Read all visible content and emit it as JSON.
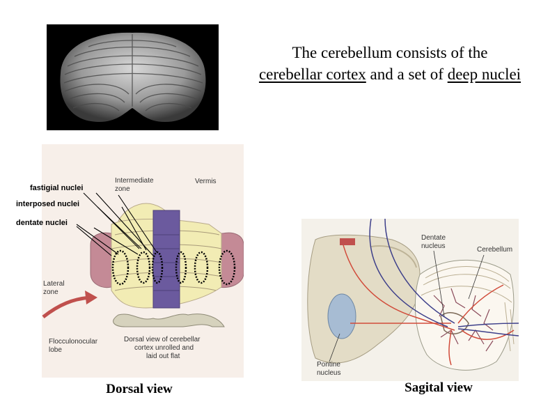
{
  "title": {
    "line1": "The cerebellum consists of the",
    "part_cortex": "cerebellar cortex",
    "part_and": " and a set of ",
    "part_nuclei": "deep nuclei"
  },
  "dorsal_figure": {
    "label_intermediate_1": "Intermediate",
    "label_intermediate_2": "zone",
    "label_vermis": "Vermis",
    "label_lateral_1": "Lateral",
    "label_lateral_2": "zone",
    "label_floccular_1": "Flocculonocular",
    "label_floccular_2": "lobe",
    "label_caption_1": "Dorsal view of cerebellar",
    "label_caption_2": "cortex unrolled and",
    "label_caption_3": "laid out flat"
  },
  "nuclei_labels": {
    "fastigial": "fastigial nuclei",
    "interposed": "interposed nuclei",
    "dentate": "dentate nuclei"
  },
  "sagital_figure": {
    "label_dentate_1": "Dentate",
    "label_dentate_2": "nucleus",
    "label_cerebellum": "Cerebellum",
    "label_pontine_1": "Pontine",
    "label_pontine_2": "nucleus"
  },
  "captions": {
    "dorsal": "Dorsal view",
    "sagital": "Sagital view"
  },
  "colors": {
    "vermis": "#6b5a9e",
    "intermediate": "#f2ecb4",
    "lateral": "#c48a96",
    "figure_bg": "#f7efe9",
    "arrow": "#c0504d"
  }
}
